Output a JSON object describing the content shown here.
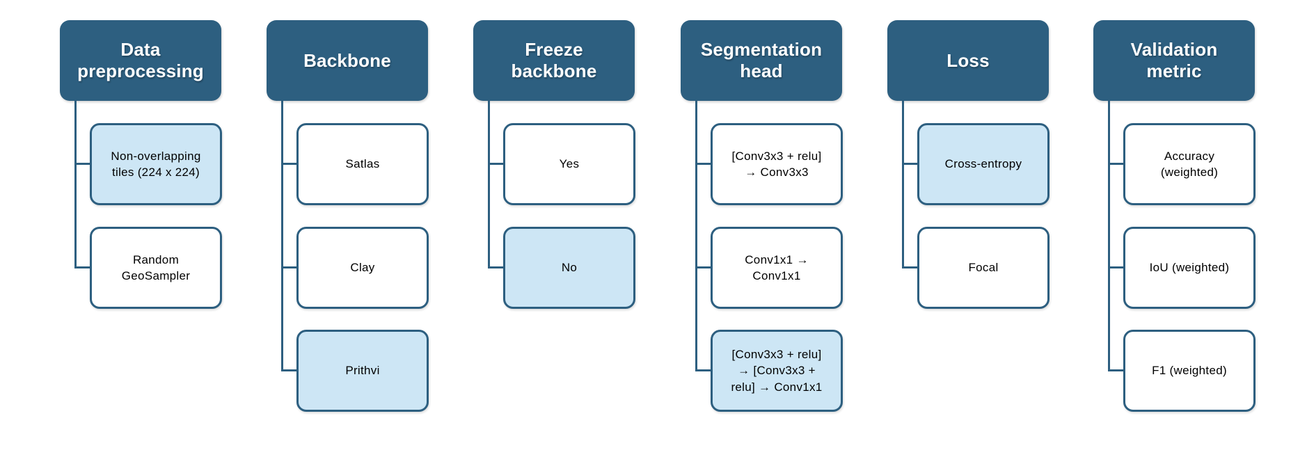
{
  "theme": {
    "header-bg": "#2D5F80",
    "header-text": "#FFFFFF",
    "box-border": "#2D5F80",
    "box-bg": "#FFFFFF",
    "box-highlight-bg": "#CDE6F5",
    "box-text": "#000000",
    "connector": "#2D5F80",
    "canvas-bg": "#FFFFFF"
  },
  "diagram": {
    "type": "decision-tree-flowchart",
    "columns": [
      {
        "id": "data-preprocessing",
        "header": "Data\npreprocessing",
        "children": [
          {
            "label": "Non-overlapping\ntiles (224 x 224)",
            "highlighted": true
          },
          {
            "label": "Random\nGeoSampler",
            "highlighted": false
          }
        ]
      },
      {
        "id": "backbone",
        "header": "Backbone",
        "children": [
          {
            "label": "Satlas",
            "highlighted": false
          },
          {
            "label": "Clay",
            "highlighted": false
          },
          {
            "label": "Prithvi",
            "highlighted": true
          }
        ]
      },
      {
        "id": "freeze-backbone",
        "header": "Freeze\nbackbone",
        "children": [
          {
            "label": "Yes",
            "highlighted": false
          },
          {
            "label": "No",
            "highlighted": true
          }
        ]
      },
      {
        "id": "segmentation-head",
        "header": "Segmentation\nhead",
        "children": [
          {
            "label": "[Conv3x3 + relu]\n→ Conv3x3",
            "highlighted": false
          },
          {
            "label": "Conv1x1 →\nConv1x1",
            "highlighted": false
          },
          {
            "label": "[Conv3x3 + relu]\n→ [Conv3x3 +\nrelu] → Conv1x1",
            "highlighted": true
          }
        ]
      },
      {
        "id": "loss",
        "header": "Loss",
        "children": [
          {
            "label": "Cross-entropy",
            "highlighted": true
          },
          {
            "label": "Focal",
            "highlighted": false
          }
        ]
      },
      {
        "id": "validation-metric",
        "header": "Validation\nmetric",
        "children": [
          {
            "label": "Accuracy\n(weighted)",
            "highlighted": false
          },
          {
            "label": "IoU (weighted)",
            "highlighted": false
          },
          {
            "label": "F1 (weighted)",
            "highlighted": false
          }
        ]
      }
    ]
  }
}
